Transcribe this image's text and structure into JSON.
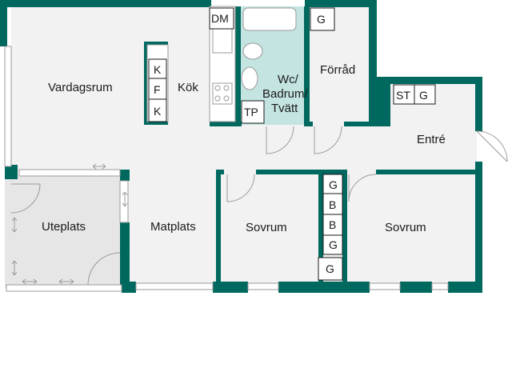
{
  "colors": {
    "wall": "#00695f",
    "floor": "#f2f2f2",
    "bathroom": "#c3e4e1",
    "terrace": "#e6e6e6"
  },
  "rooms": {
    "vardagsrum": "Vardagsrum",
    "kok": "Kök",
    "wc_line1": "Wc/",
    "wc_line2": "Badrum/",
    "wc_line3": "Tvätt",
    "forrad": "Förråd",
    "entre": "Entré",
    "uteplats": "Uteplats",
    "matplats": "Matplats",
    "sovrum_1": "Sovrum",
    "sovrum_2": "Sovrum"
  },
  "fixtures": {
    "kitchen_k1": "K",
    "kitchen_f": "F",
    "kitchen_k2": "K",
    "dm": "DM",
    "tp": "TP",
    "forrad_g": "G",
    "entre_st": "ST",
    "entre_g": "G",
    "closet_g1": "G",
    "closet_b1": "B",
    "closet_b2": "B",
    "closet_g2": "G",
    "closet_g3": "G"
  }
}
